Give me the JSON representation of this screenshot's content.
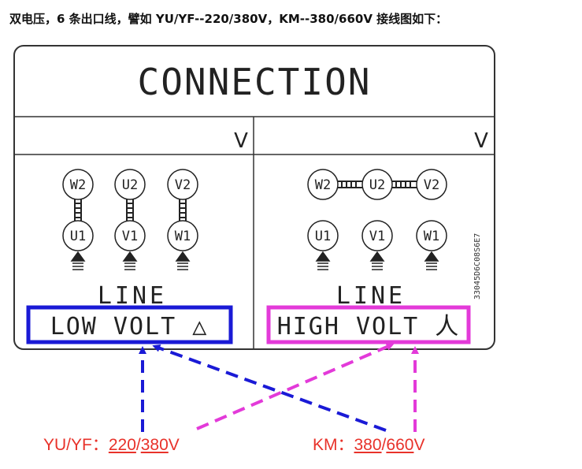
{
  "caption": "双电压，6 条出口线，譬如 YU/YF--220/380V，KM--380/660V 接线图如下：",
  "plate": {
    "title": "CONNECTION",
    "v_mark_left": "V",
    "v_mark_right": "V",
    "serial": "33045D6C08S6E7",
    "left": {
      "top_terminals": [
        "W2",
        "U2",
        "V2"
      ],
      "bottom_terminals": [
        "U1",
        "V1",
        "W1"
      ],
      "line_label": "LINE",
      "volt_label": "LOW VOLT △"
    },
    "right": {
      "top_terminals": [
        "W2",
        "U2",
        "V2"
      ],
      "bottom_terminals": [
        "U1",
        "V1",
        "W1"
      ],
      "line_label": "LINE",
      "volt_label": "HIGH VOLT 人"
    }
  },
  "annotations": {
    "yu_prefix": "YU/YF：",
    "yu_low": "220",
    "yu_sep": "/",
    "yu_high": "380",
    "yu_suffix": "V",
    "km_prefix": "KM：",
    "km_low": "380",
    "km_sep": "/",
    "km_high": "660",
    "km_suffix": "V"
  },
  "colors": {
    "low_volt_box": "#1a1ad6",
    "high_volt_box": "#e33ad9",
    "annotation_text": "#e8322a",
    "plate_line": "#333333"
  }
}
